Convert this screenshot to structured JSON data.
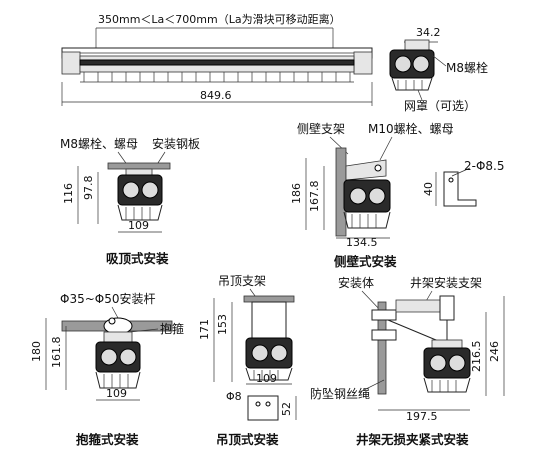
{
  "top_view": {
    "range_label": "350mm＜La＜700mm（La为滑块可移动距离）",
    "length": "849.6",
    "side_width": "34.2",
    "bolt_label": "M8螺栓",
    "guard_label": "网罩（可选）"
  },
  "ceiling": {
    "bolt_nut": "M8螺栓、螺母",
    "plate": "安装钢板",
    "h_outer": "116",
    "h_inner": "97.8",
    "width": "109",
    "caption": "吸顶式安装"
  },
  "wall": {
    "bracket": "侧壁支架",
    "bolt_nut": "M10螺栓、螺母",
    "h_outer": "186",
    "h_inner": "167.8",
    "width": "134.5",
    "hole": "2-Φ8.5",
    "bracket_h": "40",
    "caption": "侧壁式安装"
  },
  "hoop": {
    "pole": "Φ35~Φ50安装杆",
    "hoop_label": "抱箍",
    "h_outer": "180",
    "h_inner": "161.8",
    "width": "109",
    "caption": "抱箍式安装"
  },
  "hang": {
    "bracket": "吊顶支架",
    "h_outer": "171",
    "h_inner": "153",
    "width": "109",
    "hole": "Φ8",
    "bracket_w": "52",
    "caption": "吊顶式安装"
  },
  "shaft": {
    "body": "安装体",
    "bracket": "井架安装支架",
    "wire": "防坠钢丝绳",
    "h_inner": "216.5",
    "h_outer": "246",
    "width": "197.5",
    "caption": "井架无损夹紧式安装"
  }
}
